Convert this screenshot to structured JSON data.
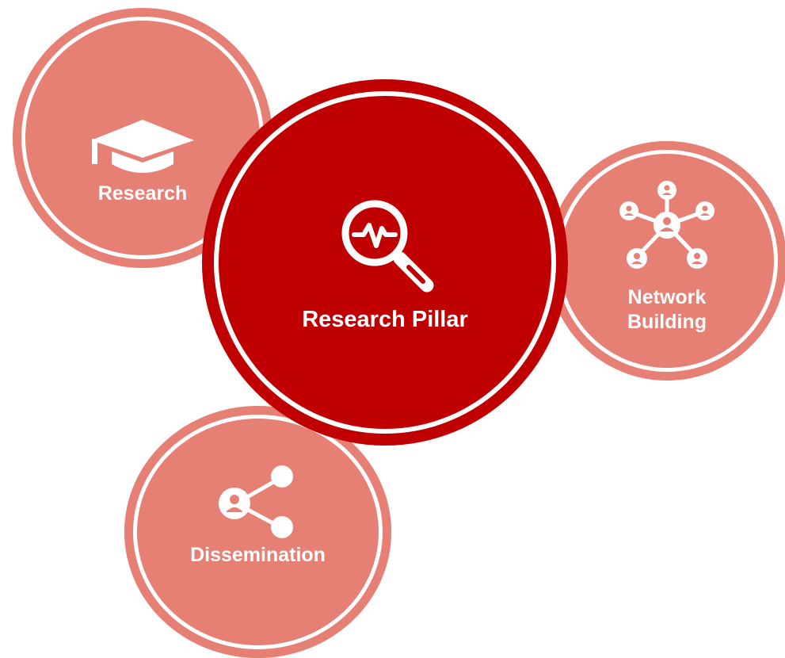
{
  "diagram": {
    "center": {
      "label": "Research Pillar",
      "icon": "magnifier-pulse-icon",
      "color": "#c00000"
    },
    "satellites": [
      {
        "id": "research",
        "label": "Research",
        "icon": "graduation-cap-icon"
      },
      {
        "id": "network",
        "label_lines": [
          "Network",
          "Building"
        ],
        "icon": "people-network-icon"
      },
      {
        "id": "dissemination",
        "label": "Dissemination",
        "icon": "share-people-icon"
      }
    ],
    "satellite_color": "#e67f74",
    "ring_color": "#ffffff"
  }
}
